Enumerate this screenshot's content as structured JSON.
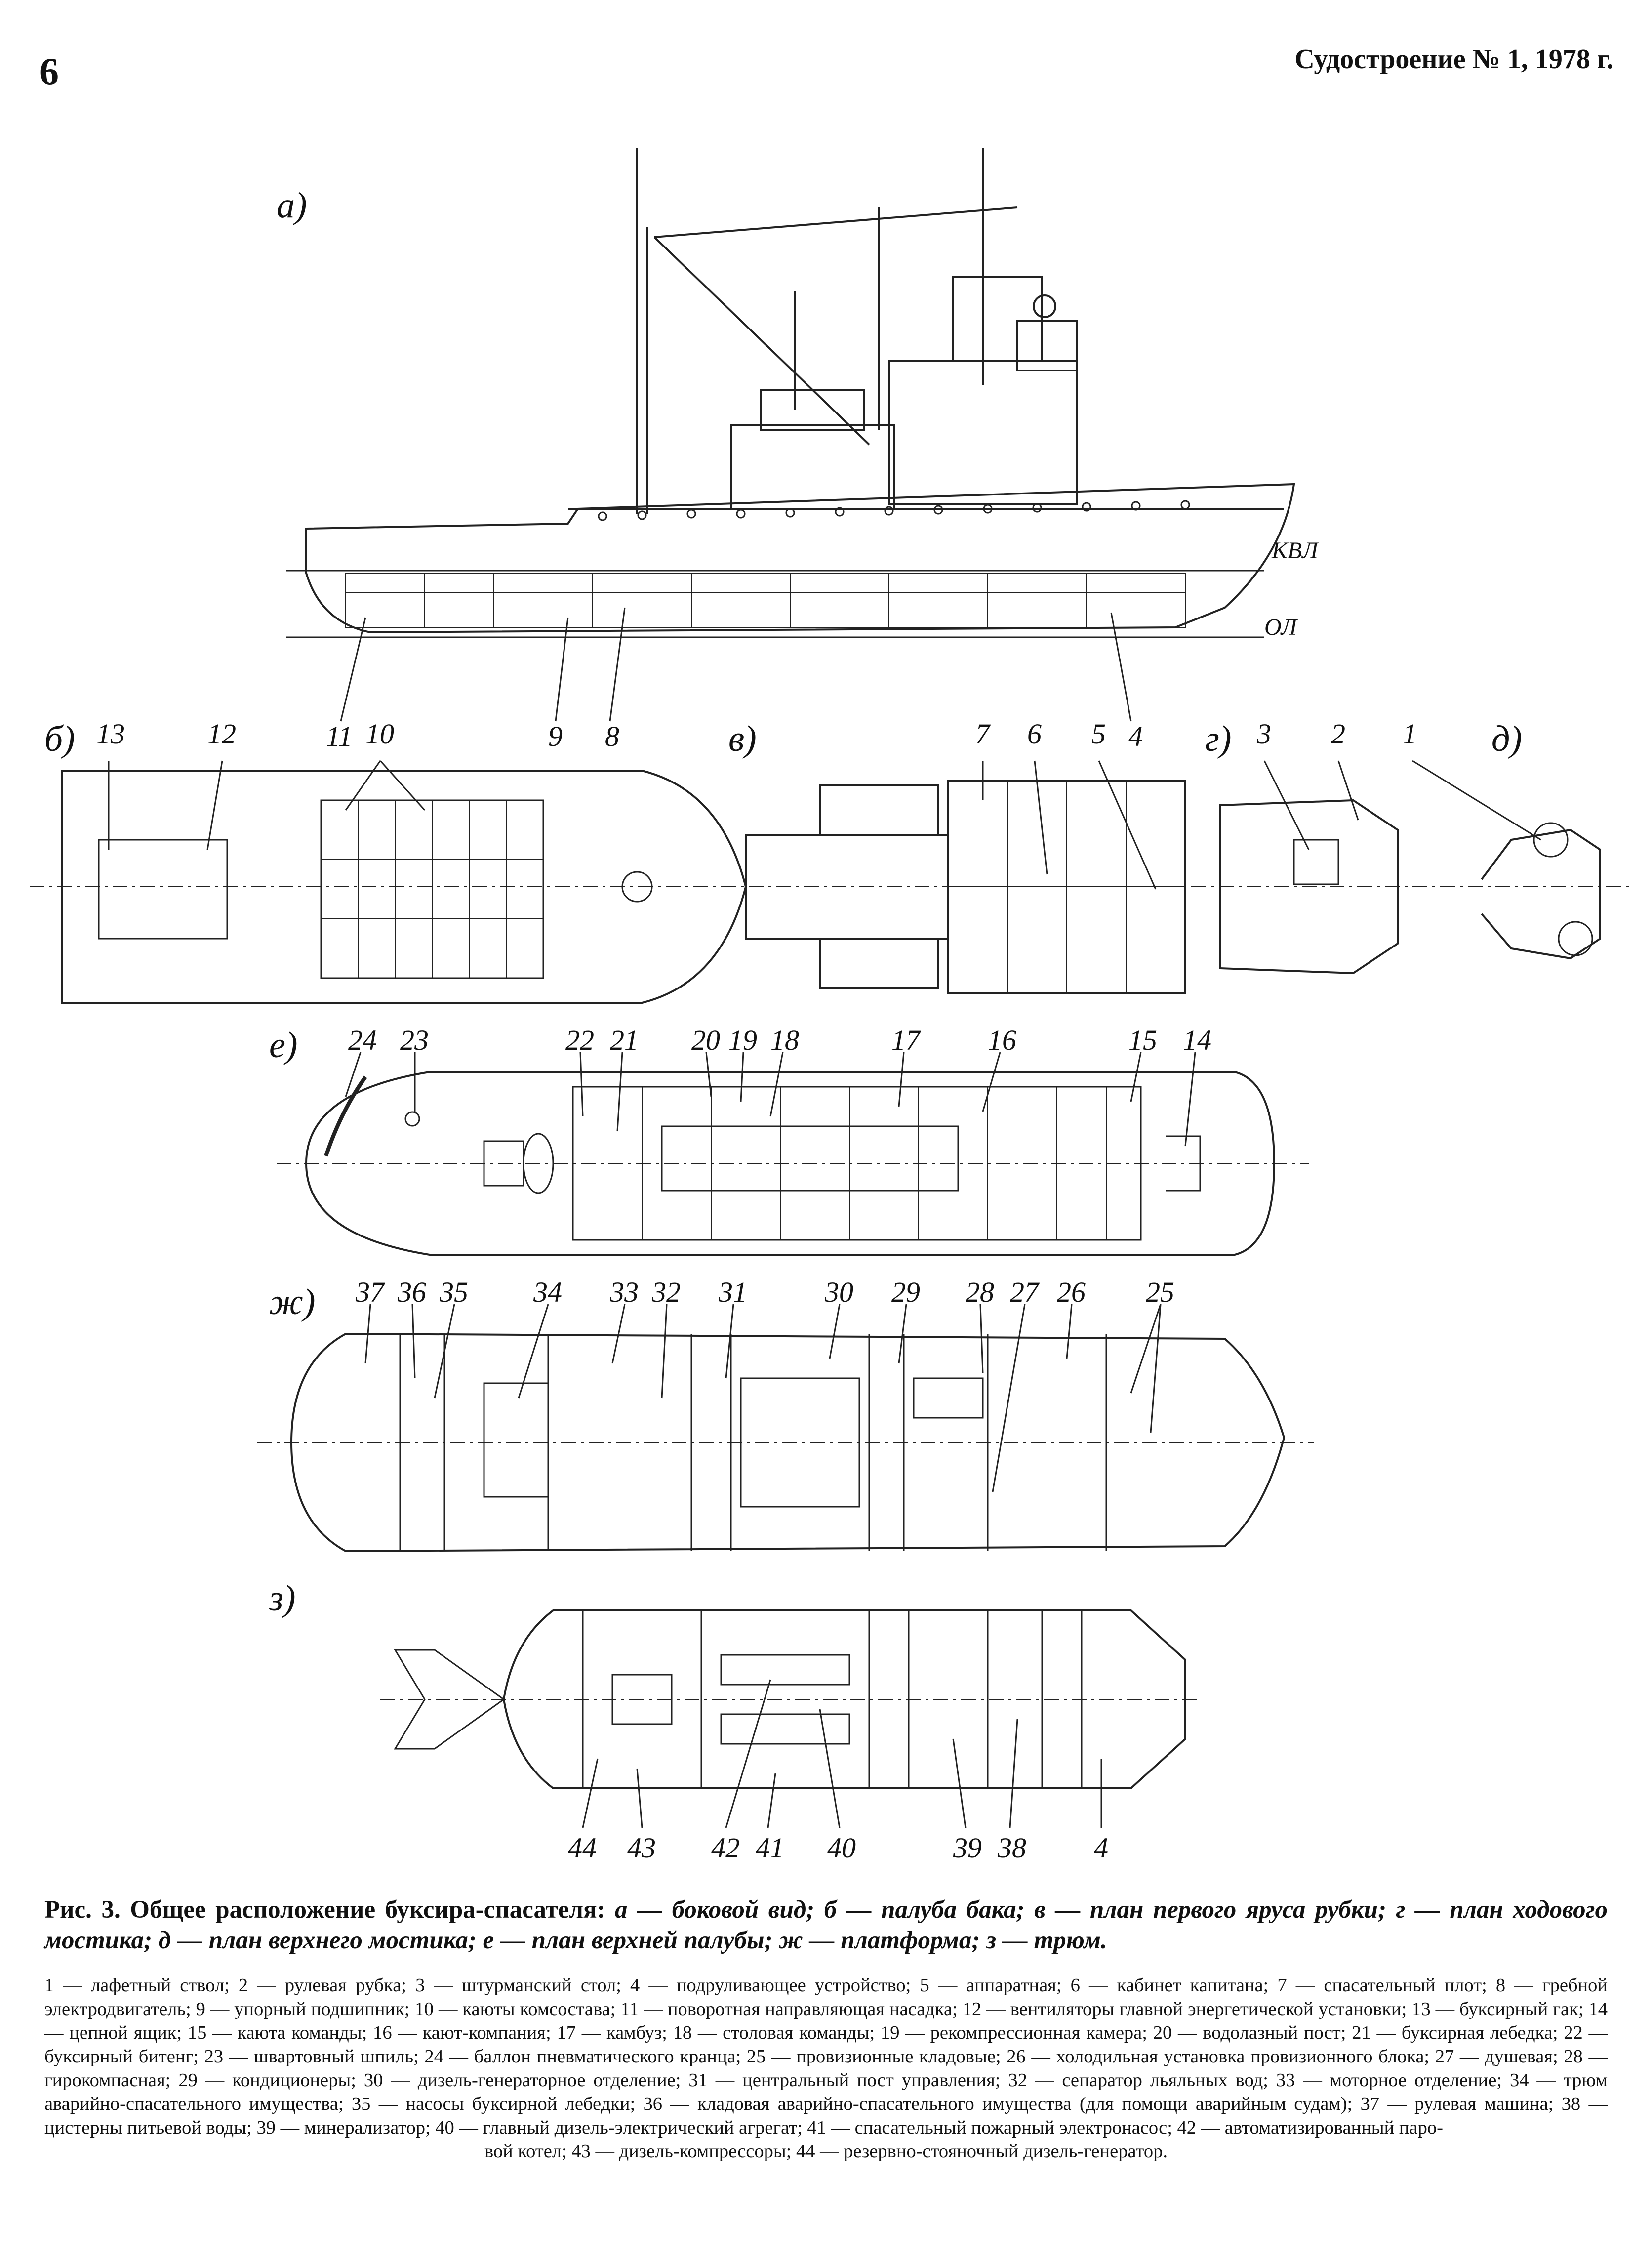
{
  "header": {
    "page_number": "6",
    "journal": "Судостроение № 1, 1978 г."
  },
  "figure": {
    "view_labels": {
      "a": "а)",
      "b": "б)",
      "v": "в)",
      "g": "г)",
      "d": "д)",
      "e": "е)",
      "zh": "ж)",
      "z": "з)"
    },
    "waterlines": {
      "kvl": "КВЛ",
      "ol": "ОЛ"
    },
    "callouts_side": [
      "11",
      "9",
      "8",
      "4"
    ],
    "callouts_row2": [
      "13",
      "12",
      "10",
      "7",
      "6",
      "5",
      "3",
      "2",
      "1"
    ],
    "callouts_row3": [
      "24",
      "23",
      "22",
      "21",
      "20",
      "19",
      "18",
      "17",
      "16",
      "15",
      "14"
    ],
    "callouts_row4": [
      "37",
      "36",
      "35",
      "34",
      "33",
      "32",
      "31",
      "30",
      "29",
      "28",
      "27",
      "26",
      "25"
    ],
    "callouts_row5": [
      "44",
      "43",
      "42",
      "41",
      "40",
      "39",
      "38",
      "4"
    ]
  },
  "caption": {
    "prefix": "Рис. 3. Общее расположение буксира-спасателя:",
    "text": "а — боковой вид; б — палуба бака; в — план первого яруса рубки; г — план ходового мостика; д — план верхнего мостика; е — план верхней палубы; ж — платформа; з — трюм."
  },
  "legend": {
    "body": "1 — лафетный ствол; 2 — рулевая рубка; 3 — штурманский стол; 4 — подруливающее устройство; 5 — аппаратная; 6 — кабинет капитана; 7 — спасательный плот; 8 — гребной электродвигатель; 9 — упорный подшипник; 10 — каюты комсостава; 11 — поворотная направляющая насадка; 12 — вентиляторы главной энергетической установки; 13 — буксирный гак; 14 — цепной ящик; 15 — каюта команды; 16 — кают-компания; 17 — камбуз; 18 — столовая команды; 19 — рекомпрессионная камера; 20 — водолазный пост; 21 — буксирная лебедка; 22 — буксирный битенг; 23 — швартовный шпиль; 24 — баллон пневматического кранца; 25 — провизионные кладовые; 26 — холодильная установка провизионного блока; 27 — душевая; 28 — гирокомпасная; 29 — кондиционеры; 30 — дизель-генераторное отделение; 31 — центральный пост управления; 32 — сепаратор льяльных вод; 33 — моторное отделение; 34 — трюм аварийно-спасательного имущества; 35 — насосы буксирной лебедки; 36 — кладовая аварийно-спасательного имущества (для помощи аварийным судам); 37 — рулевая машина; 38 — цистерны питьевой воды; 39 — минерализатор; 40 — главный дизель-электрический агрегат; 41 — спасательный пожарный электронасос; 42 — автоматизированный паро-",
    "last_line": "вой котел; 43 — дизель-компрессоры; 44 — резервно-стояночный дизель-генератор."
  }
}
